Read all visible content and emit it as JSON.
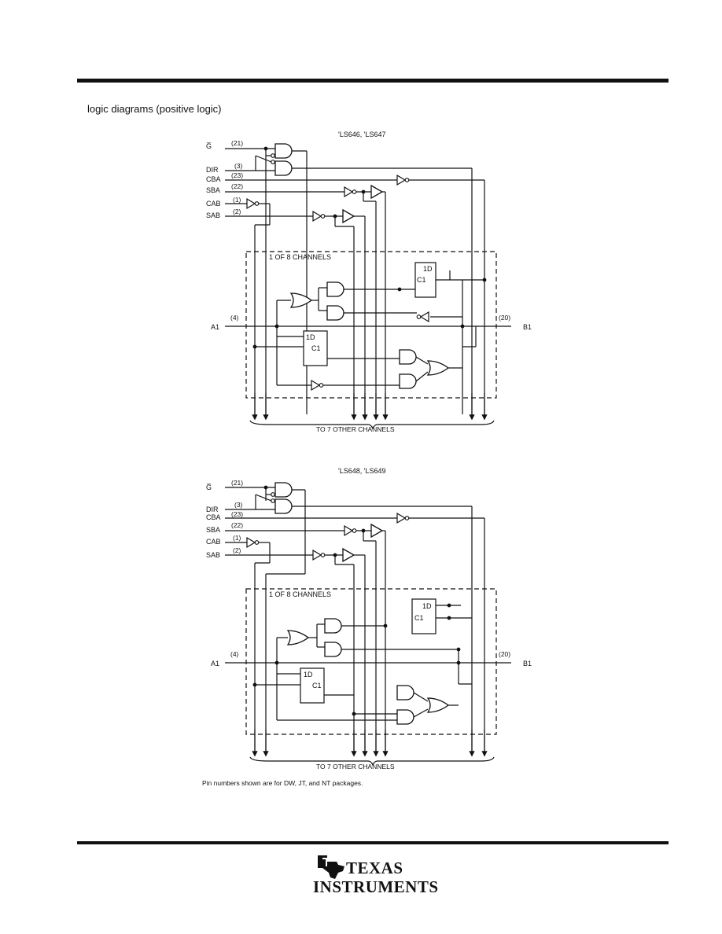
{
  "page": {
    "section_title": "logic diagrams (positive logic)",
    "footnote": "Pin numbers shown are for DW, JT, and NT packages."
  },
  "diagram1": {
    "title": "'LS646, 'LS647",
    "signals": [
      "G̅",
      "DIR",
      "CBA",
      "SBA",
      "CAB",
      "SAB"
    ],
    "pins": [
      "(21)",
      "(3)",
      "(23)",
      "(22)",
      "(1)",
      "(2)"
    ],
    "channel_label": "1 OF 8 CHANNELS",
    "a_label": "A1",
    "a_pin": "(4)",
    "b_label": "B1",
    "b_pin": "(20)",
    "ff_d": "1D",
    "ff_c": "C1",
    "bottom_label": "TO 7 OTHER CHANNELS"
  },
  "diagram2": {
    "title": "'LS648, 'LS649",
    "signals": [
      "G̅",
      "DIR",
      "CBA",
      "SBA",
      "CAB",
      "SAB"
    ],
    "pins": [
      "(21)",
      "(3)",
      "(23)",
      "(22)",
      "(1)",
      "(2)"
    ],
    "channel_label": "1 OF 8 CHANNELS",
    "a_label": "A1",
    "a_pin": "(4)",
    "b_label": "B1",
    "b_pin": "(20)",
    "ff_d": "1D",
    "ff_c": "C1",
    "bottom_label": "TO 7 OTHER CHANNELS"
  },
  "logo": {
    "line1": "TEXAS",
    "line2": "INSTRUMENTS",
    "icon": "ti-state-icon"
  }
}
